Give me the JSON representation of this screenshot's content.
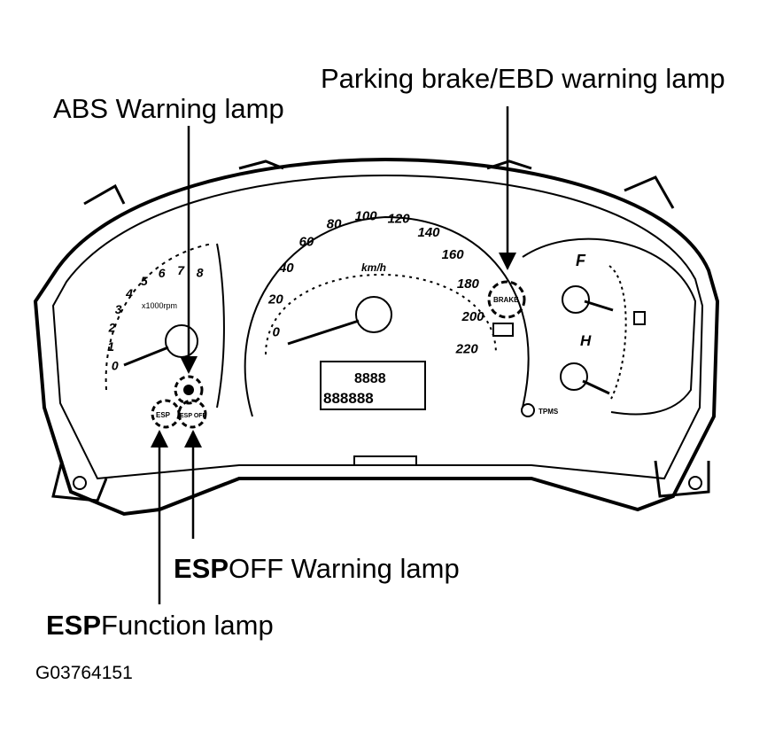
{
  "callouts": {
    "parking_brake": "Parking brake/EBD warning lamp",
    "abs": "ABS Warning lamp",
    "esp_off_prefix": "ESP",
    "esp_off_rest": "OFF Warning lamp",
    "esp_function_prefix": "ESP",
    "esp_function_rest": "Function lamp"
  },
  "figure_id": "G03764151",
  "cluster": {
    "tach_labels": [
      "0",
      "1",
      "2",
      "3",
      "4",
      "5",
      "6",
      "7",
      "8"
    ],
    "tach_unit": "x1000rpm",
    "speed_labels": [
      "0",
      "20",
      "40",
      "60",
      "80",
      "100",
      "120",
      "140",
      "160",
      "180",
      "200",
      "220"
    ],
    "speed_unit": "km/h",
    "lcd_top": "8888",
    "lcd_bottom": "888888",
    "fuel_full": "F",
    "temp_hot": "H",
    "tpms_label": "TPMS",
    "esp_lamp_text": "ESP",
    "esp_off_lamp_text": "ESP OFF",
    "brake_lamp_text": "BRAKE"
  }
}
